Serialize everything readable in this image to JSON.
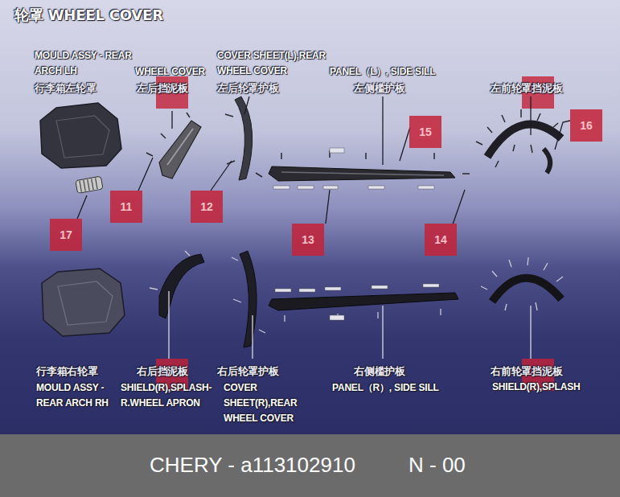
{
  "diagram": {
    "title": "轮罩 WHEEL COVER",
    "caption": "CHERY - a113102910",
    "nodes": [
      {
        "text": [
          "15"
        ]
      },
      {
        "text": [
          "16"
        ]
      },
      {
        "text": [
          "11"
        ]
      },
      {
        "text": [
          "12"
        ]
      },
      {
        "text": [
          "17"
        ]
      },
      {
        "text": [
          "13"
        ]
      },
      {
        "text": [
          "14"
        ]
      }
    ],
    "edges": [],
    "labels": [
      "MOULD ASSY - REAR ARCH LH",
      "WHEEL COVER",
      "COVER SHEET(L),REAR WHEEL COVER",
      "PANEL（L）, SIDE SILL",
      "行李箱左轮罩",
      "左后挡泥板",
      "左后轮罩护板",
      "左侧槛护板",
      "左前轮罩挡泥板",
      "行李箱右轮罩",
      "右后挡泥板",
      "右后轮罩护板",
      "右侧槛护板",
      "右前轮罩挡泥板",
      "MOULD ASSY - REAR ARCH RH",
      "SHIELD(R),SPLASH-R.WHEEL APRON",
      "COVER SHEET(R),REAR WHEEL COVER",
      "PANEL（R）, SIDE SILL",
      "SHIELD(R),SPLASH",
      "N - 00"
    ]
  }
}
